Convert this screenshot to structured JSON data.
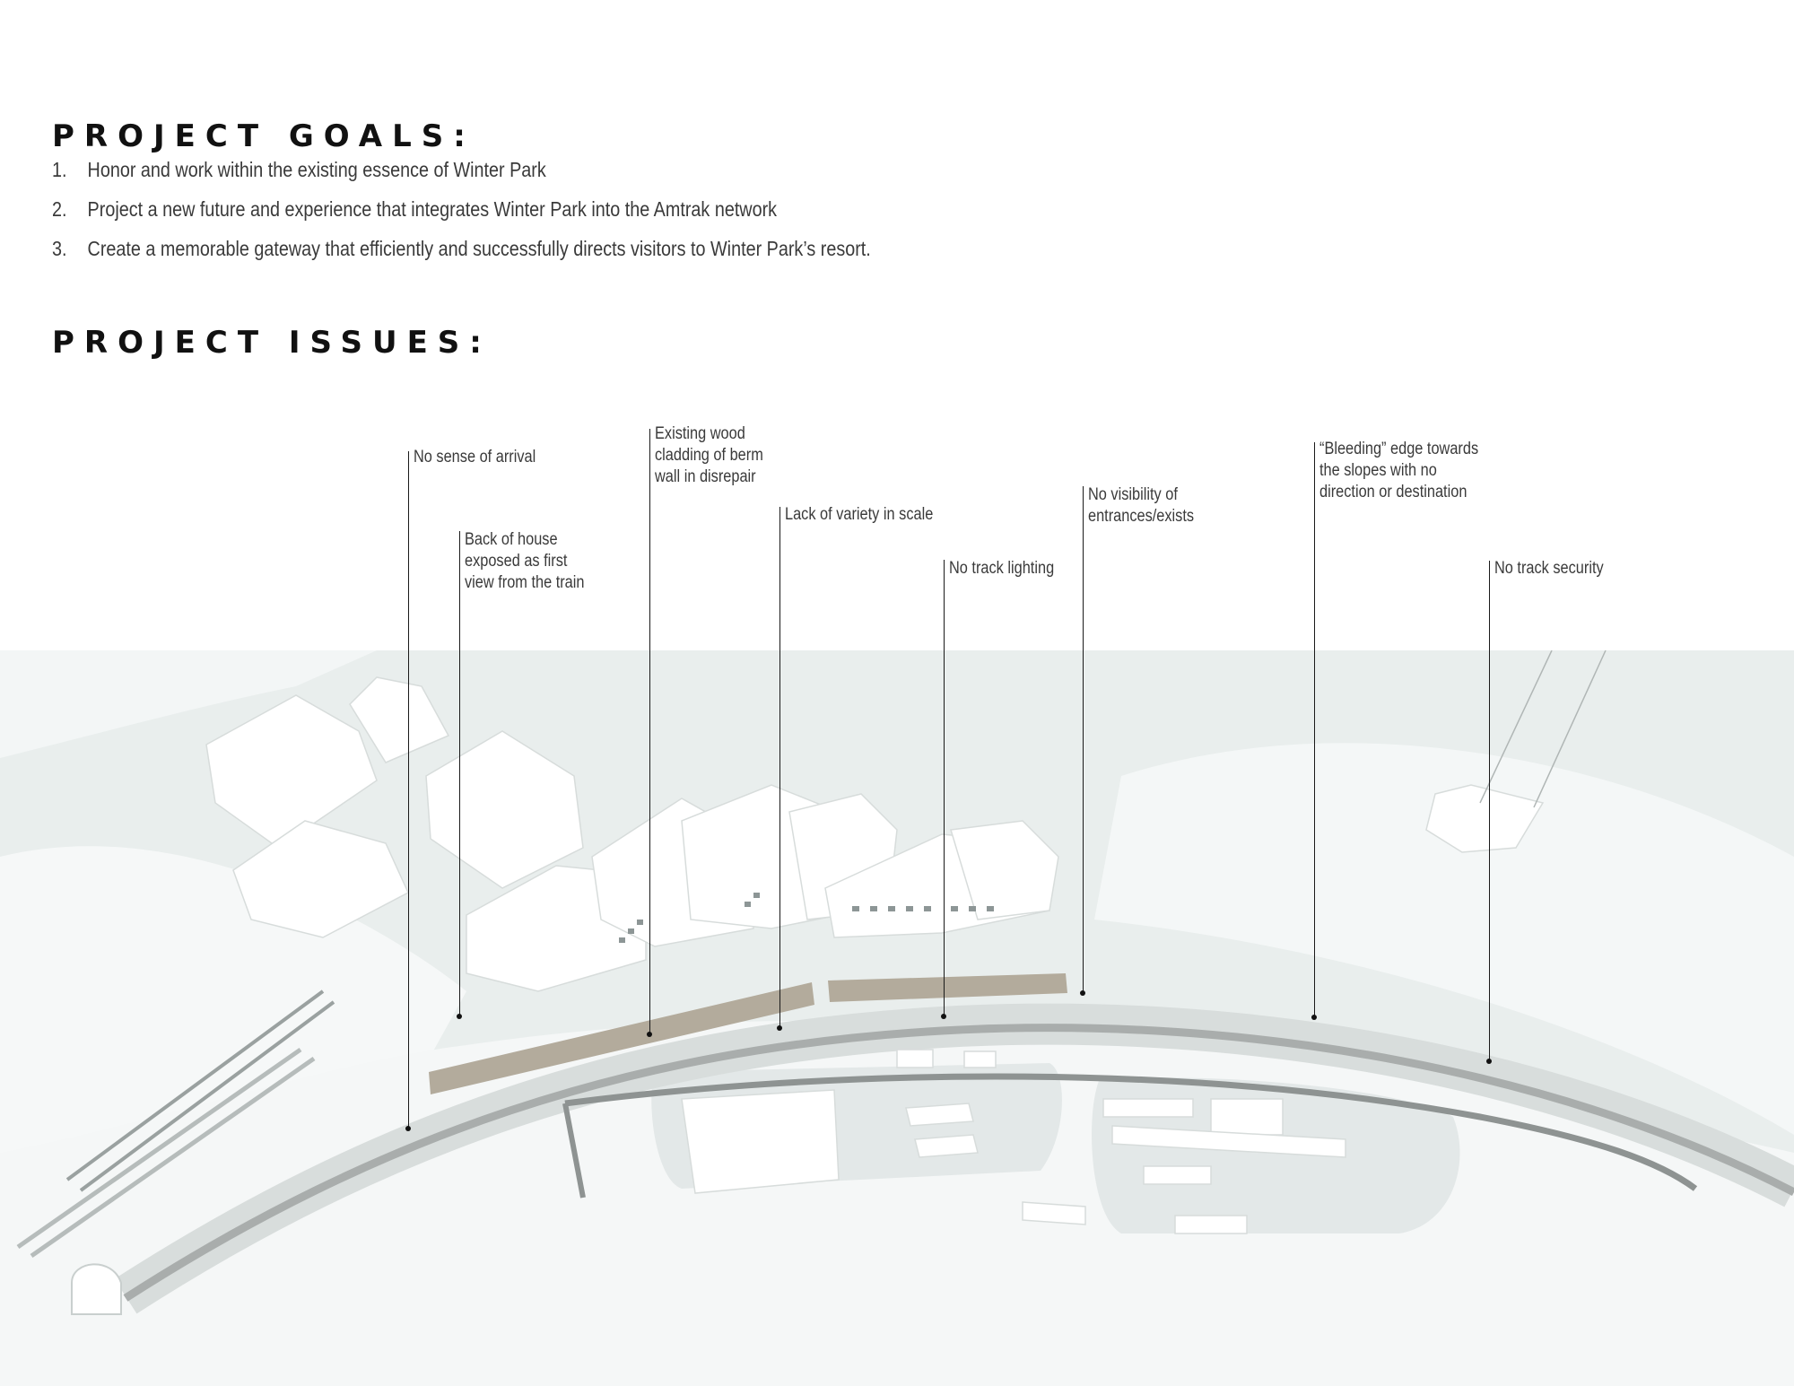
{
  "goals": {
    "heading": "PROJECT GOALS:",
    "items": [
      {
        "num": "1.",
        "text": "Honor and work within the existing essence of Winter Park"
      },
      {
        "num": "2.",
        "text": "Project a new future and experience that integrates Winter Park into the Amtrak network"
      },
      {
        "num": "3.",
        "text": "Create a memorable gateway that efficiently and successfully directs visitors to Winter Park’s resort."
      }
    ]
  },
  "issues": {
    "heading": "PROJECT ISSUES:",
    "callouts": [
      {
        "lines": [
          "No sense of arrival"
        ]
      },
      {
        "lines": [
          "Back of house",
          "exposed as first",
          "view from the train"
        ]
      },
      {
        "lines": [
          "Existing wood",
          "cladding of berm",
          "wall in disrepair"
        ]
      },
      {
        "lines": [
          "Lack of variety in scale"
        ]
      },
      {
        "lines": [
          "No track lighting"
        ]
      },
      {
        "lines": [
          "No visibility of",
          "entrances/exists"
        ]
      },
      {
        "lines": [
          "“Bleeding” edge towards",
          "the slopes with no",
          "direction or destination"
        ]
      },
      {
        "lines": [
          "No track security"
        ]
      }
    ]
  }
}
